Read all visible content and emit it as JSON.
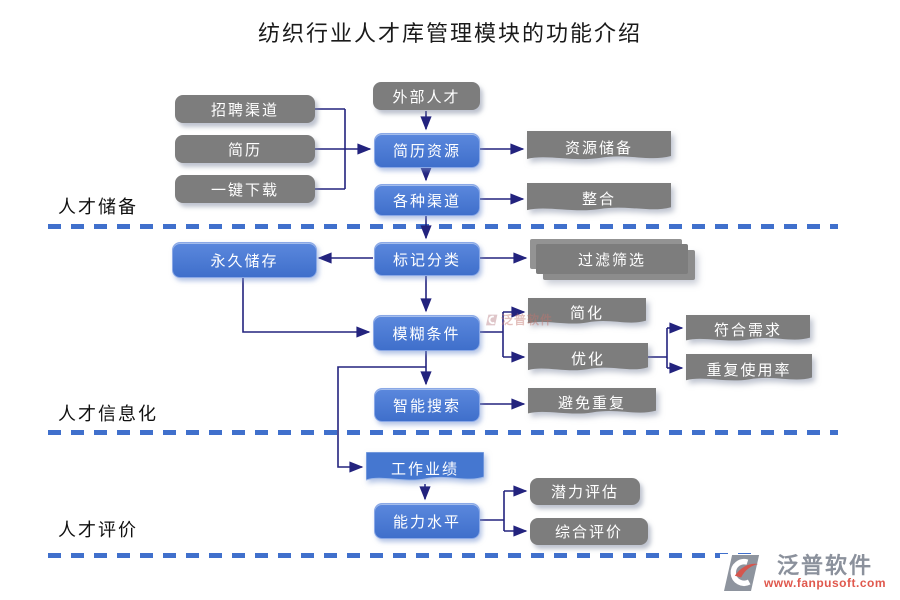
{
  "title": "纺织行业人才库管理模块的功能介绍",
  "sections": [
    {
      "label": "人才储备"
    },
    {
      "label": "人才信息化"
    },
    {
      "label": "人才评价"
    }
  ],
  "nodes": {
    "recruit_channels": {
      "label": "招聘渠道"
    },
    "resume": {
      "label": "简历"
    },
    "one_click_download": {
      "label": "一键下载"
    },
    "external_talent": {
      "label": "外部人才"
    },
    "resume_resources": {
      "label": "简历资源"
    },
    "various_channels": {
      "label": "各种渠道"
    },
    "resource_reserve": {
      "label": "资源储备"
    },
    "integration": {
      "label": "整合"
    },
    "permanent_storage": {
      "label": "永久储存"
    },
    "tag_classify": {
      "label": "标记分类"
    },
    "filter_screen": {
      "label": "过滤筛选"
    },
    "fuzzy_condition": {
      "label": "模糊条件"
    },
    "simplify": {
      "label": "简化"
    },
    "optimize": {
      "label": "优化"
    },
    "meet_demand": {
      "label": "符合需求"
    },
    "reuse_rate": {
      "label": "重复使用率"
    },
    "smart_search": {
      "label": "智能搜索"
    },
    "avoid_duplicate": {
      "label": "避免重复"
    },
    "work_performance": {
      "label": "工作业绩"
    },
    "ability_level": {
      "label": "能力水平"
    },
    "potential_assess": {
      "label": "潜力评估"
    },
    "comprehensive_eval": {
      "label": "综合评价"
    }
  },
  "watermark": {
    "text": "泛普软件"
  },
  "logo": {
    "name": "泛普软件",
    "url": "www.fanpusoft.com"
  },
  "colors": {
    "node_blue": "#4577d0",
    "node_gray": "#7d7d7d",
    "line": "#23237e",
    "dash_blue": "#4070cc"
  }
}
